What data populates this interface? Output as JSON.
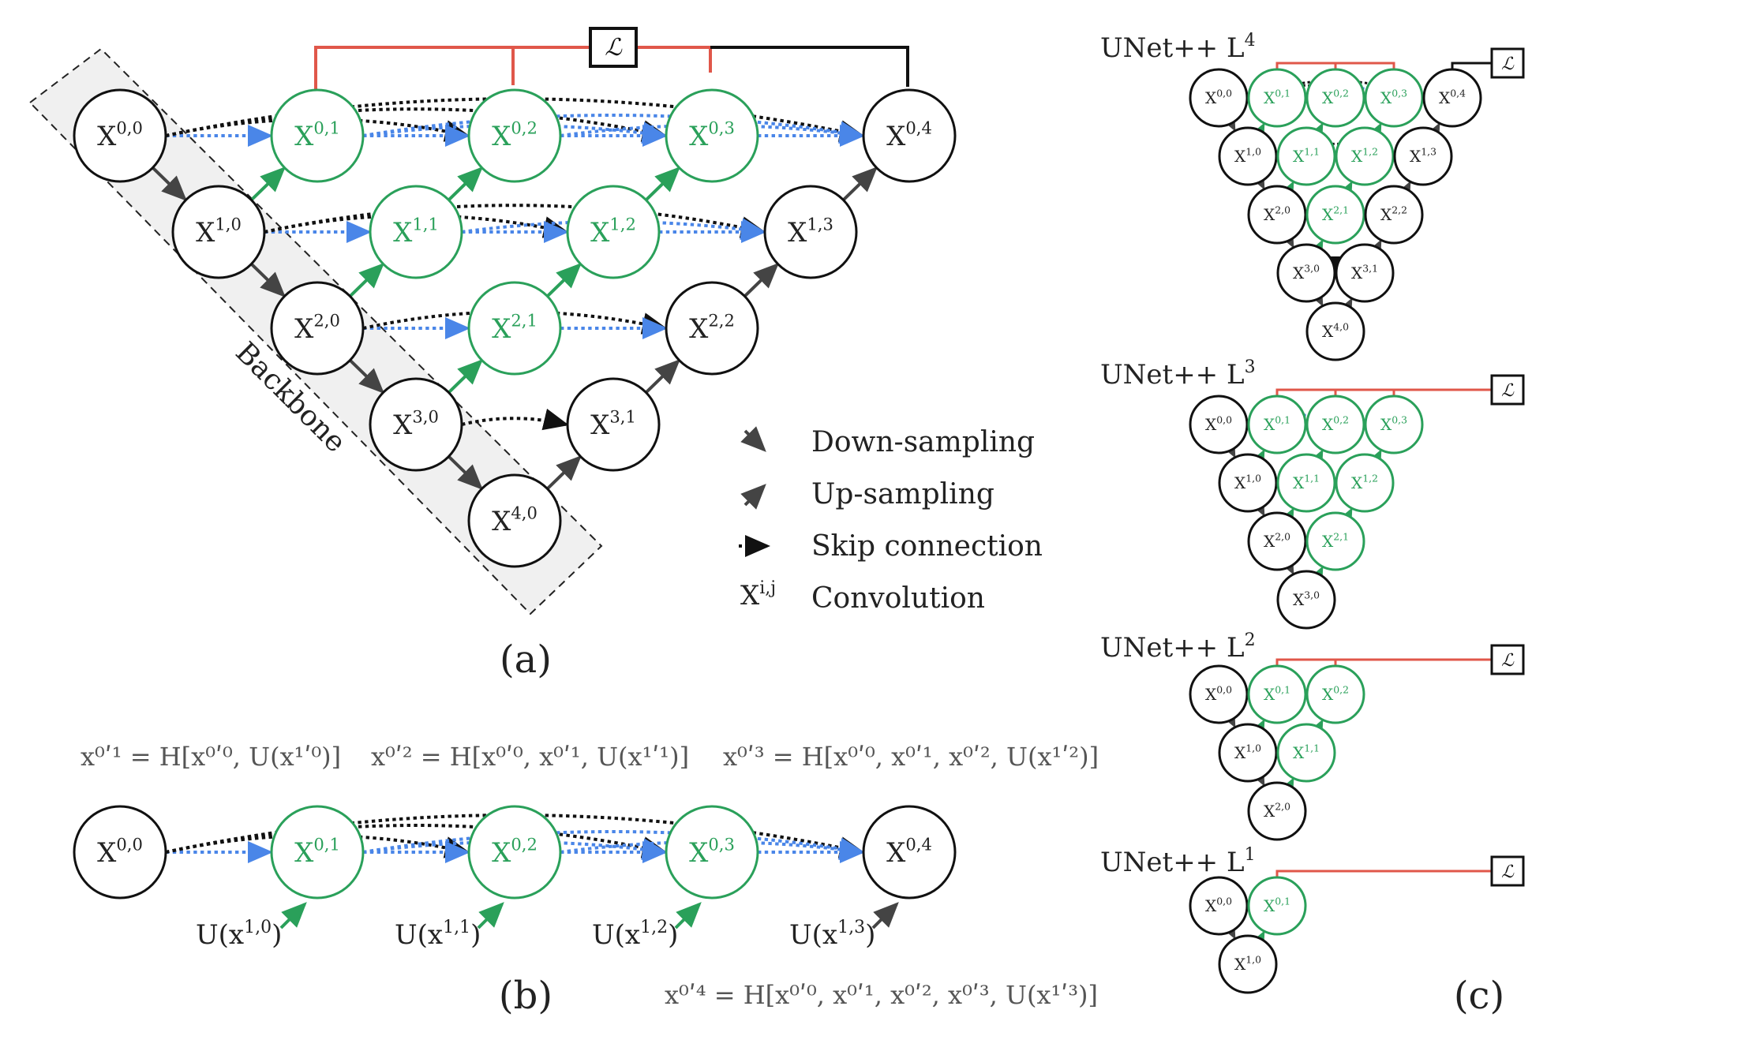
{
  "colors": {
    "node_black": "#111111",
    "node_green": "#2aa05a",
    "skip_black": "#111111",
    "skip_blue": "#4a86e8",
    "up_green": "#2aa05a",
    "arrow_dark": "#444444",
    "loss_red": "#e0574a",
    "backbone_fill": "#eeeeee"
  },
  "panel_a": {
    "label": "(a)",
    "backbone_label": "Backbone",
    "loss_label": "ℒ",
    "legend": [
      {
        "icon": "down-sampling-icon",
        "text": "Down-sampling"
      },
      {
        "icon": "up-sampling-icon",
        "text": "Up-sampling"
      },
      {
        "icon": "skip-connection-icon",
        "text": "Skip connection"
      },
      {
        "icon": "convolution-symbol",
        "symbol": "X",
        "sup": "i,j",
        "text": "Convolution"
      }
    ]
  },
  "panel_b": {
    "label": "(b)",
    "equations": [
      "x⁰ʹ¹ = H[x⁰ʹ⁰, U(x¹ʹ⁰)]",
      "x⁰ʹ² = H[x⁰ʹ⁰, x⁰ʹ¹, U(x¹ʹ¹)]",
      "x⁰ʹ³ = H[x⁰ʹ⁰, x⁰ʹ¹, x⁰ʹ², U(x¹ʹ²)]",
      "x⁰ʹ⁴ = H[x⁰ʹ⁰, x⁰ʹ¹, x⁰ʹ², x⁰ʹ³, U(x¹ʹ³)]"
    ],
    "upsample_labels": [
      {
        "base": "U(x",
        "sup": "1,0",
        "close": ")"
      },
      {
        "base": "U(x",
        "sup": "1,1",
        "close": ")"
      },
      {
        "base": "U(x",
        "sup": "1,2",
        "close": ")"
      },
      {
        "base": "U(x",
        "sup": "1,3",
        "close": ")"
      }
    ]
  },
  "panel_c": {
    "label": "(c)",
    "models": [
      {
        "name": "UNet++ L",
        "sup": "4"
      },
      {
        "name": "UNet++ L",
        "sup": "3"
      },
      {
        "name": "UNet++ L",
        "sup": "2"
      },
      {
        "name": "UNet++ L",
        "sup": "1"
      }
    ]
  }
}
